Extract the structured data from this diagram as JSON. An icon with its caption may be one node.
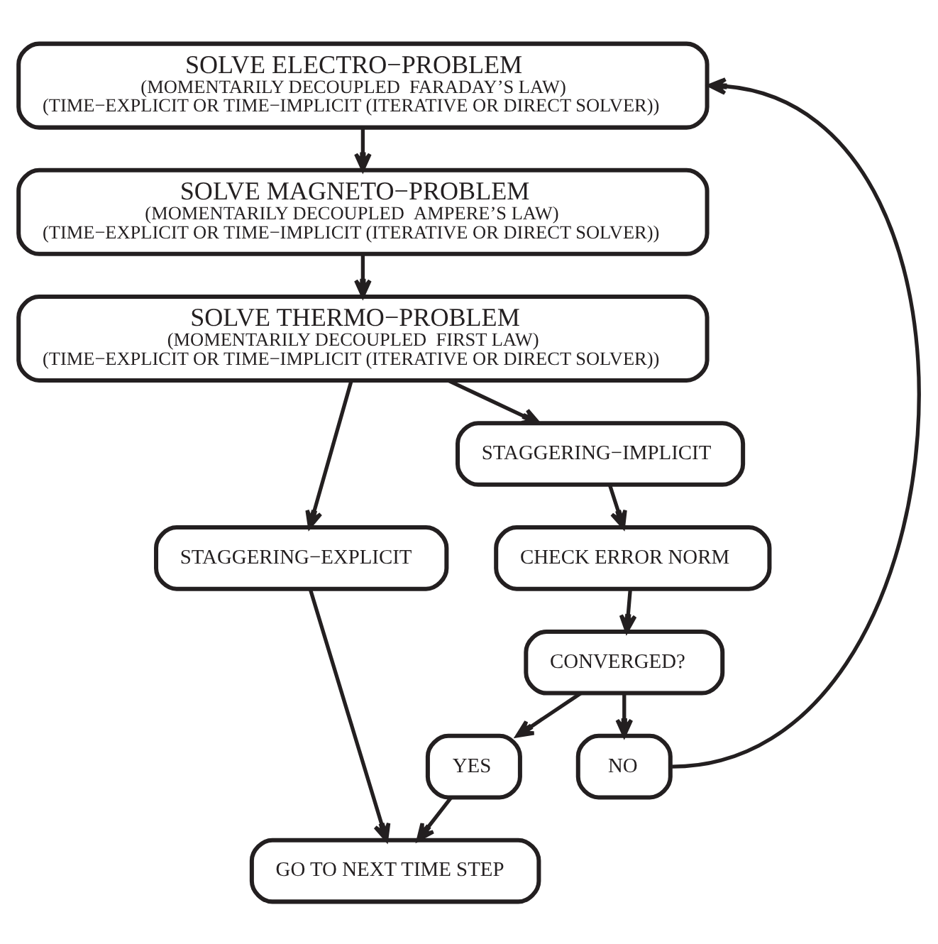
{
  "diagram": {
    "nodes": [
      {
        "text": [
          "SOLVE ELECTRO−PROBLEM",
          "(MOMENTARILY DECOUPLED  FARADAY’S LAW)",
          "(TIME−EXPLICIT OR TIME−IMPLICIT (ITERATIVE OR DIRECT SOLVER))"
        ]
      },
      {
        "text": [
          "SOLVE MAGNETO−PROBLEM",
          "(MOMENTARILY DECOUPLED  AMPERE’S LAW)",
          "(TIME−EXPLICIT OR TIME−IMPLICIT (ITERATIVE OR DIRECT SOLVER))"
        ]
      },
      {
        "text": [
          "SOLVE THERMO−PROBLEM",
          "(MOMENTARILY DECOUPLED  FIRST LAW)",
          "(TIME−EXPLICIT OR TIME−IMPLICIT (ITERATIVE OR DIRECT SOLVER))"
        ]
      },
      {
        "text": [
          "STAGGERING−EXPLICIT"
        ]
      },
      {
        "text": [
          "STAGGERING−IMPLICIT"
        ]
      },
      {
        "text": [
          "CHECK ERROR NORM"
        ]
      },
      {
        "text": [
          "CONVERGED?"
        ]
      },
      {
        "text": [
          "YES"
        ]
      },
      {
        "text": [
          "NO"
        ]
      },
      {
        "text": [
          "GO TO NEXT TIME STEP"
        ]
      }
    ],
    "edges": [
      {
        "from": 0,
        "to": 1,
        "arrow": "to"
      },
      {
        "from": 1,
        "to": 2,
        "arrow": "to"
      },
      {
        "from": 2,
        "to": 3,
        "arrow": "to"
      },
      {
        "from": 2,
        "to": 4,
        "arrow": "to"
      },
      {
        "from": 4,
        "to": 5,
        "arrow": "to"
      },
      {
        "from": 5,
        "to": 6,
        "arrow": "to"
      },
      {
        "from": 6,
        "to": 7,
        "arrow": "to"
      },
      {
        "from": 6,
        "to": 8,
        "arrow": "to"
      },
      {
        "from": 7,
        "to": 9,
        "arrow": "to"
      },
      {
        "from": 3,
        "to": 9,
        "arrow": "to"
      },
      {
        "from": 8,
        "to": 0,
        "arrow": "to"
      }
    ]
  }
}
